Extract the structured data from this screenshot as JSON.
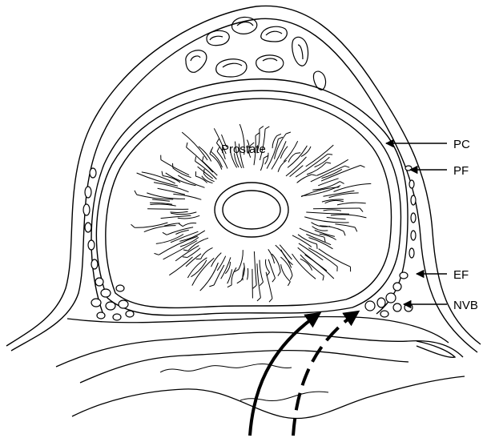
{
  "diagram": {
    "organ_label": "Prostate",
    "callouts": [
      {
        "id": "pc",
        "label": "PC"
      },
      {
        "id": "pf",
        "label": "PF"
      },
      {
        "id": "ef",
        "label": "EF"
      },
      {
        "id": "nvb",
        "label": "NVB"
      }
    ],
    "colors": {
      "ink": "#000000",
      "background": "#ffffff"
    }
  }
}
